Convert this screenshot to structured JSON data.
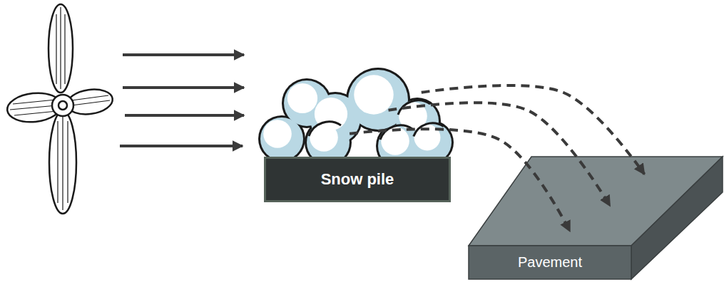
{
  "diagram": {
    "nodes": [
      {
        "text": [
          "Snow pile"
        ]
      },
      {
        "text": [
          "Pavement"
        ]
      }
    ],
    "edges": [
      {
        "from": 0,
        "to": 1,
        "arrow": "to"
      },
      {
        "from": 0,
        "to": 1,
        "arrow": "to"
      },
      {
        "from": 0,
        "to": 1,
        "arrow": "to"
      }
    ]
  }
}
